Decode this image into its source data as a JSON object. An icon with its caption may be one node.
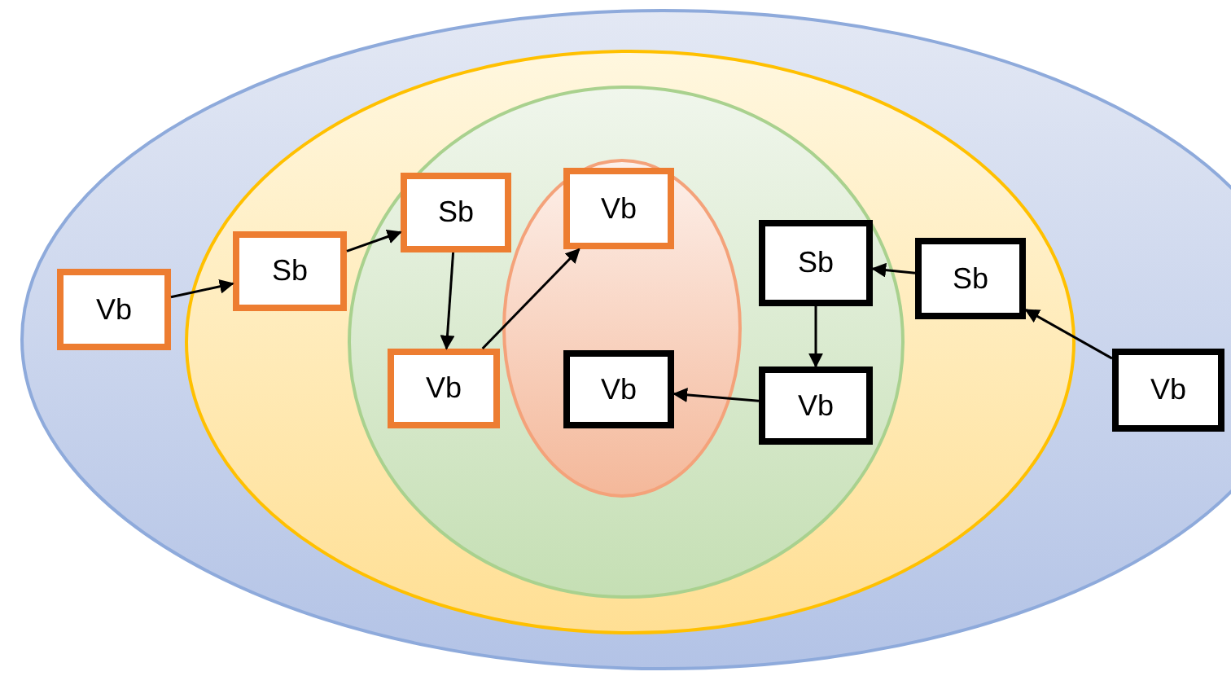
{
  "diagram": {
    "nodes": [
      {
        "text": [],
        "shape": "ellipse"
      },
      {
        "text": [],
        "shape": "ellipse",
        "in": 0
      },
      {
        "text": [],
        "shape": "ellipse",
        "in": 1
      },
      {
        "text": [],
        "shape": "ellipse",
        "in": 2
      },
      {
        "text": [
          "Vb"
        ],
        "in": 0
      },
      {
        "text": [
          "Sb"
        ],
        "in": 1
      },
      {
        "text": [
          "Sb"
        ],
        "in": 2
      },
      {
        "text": [
          "Vb"
        ],
        "in": 3
      },
      {
        "text": [
          "Vb"
        ],
        "in": 2
      },
      {
        "text": [
          "Vb"
        ],
        "in": 3
      },
      {
        "text": [
          "Sb"
        ],
        "in": 2
      },
      {
        "text": [
          "Vb"
        ],
        "in": 2
      },
      {
        "text": [
          "Sb"
        ],
        "in": 1
      },
      {
        "text": [
          "Vb"
        ],
        "in": 0
      }
    ],
    "edges": [
      {
        "from": 4,
        "to": 5,
        "arrow": "to"
      },
      {
        "from": 5,
        "to": 6,
        "arrow": "to"
      },
      {
        "from": 6,
        "to": 8,
        "arrow": "to"
      },
      {
        "from": 8,
        "to": 7,
        "arrow": "to"
      },
      {
        "from": 13,
        "to": 12,
        "arrow": "to"
      },
      {
        "from": 12,
        "to": 10,
        "arrow": "to"
      },
      {
        "from": 10,
        "to": 11,
        "arrow": "to"
      },
      {
        "from": 11,
        "to": 9,
        "arrow": "to"
      }
    ]
  }
}
